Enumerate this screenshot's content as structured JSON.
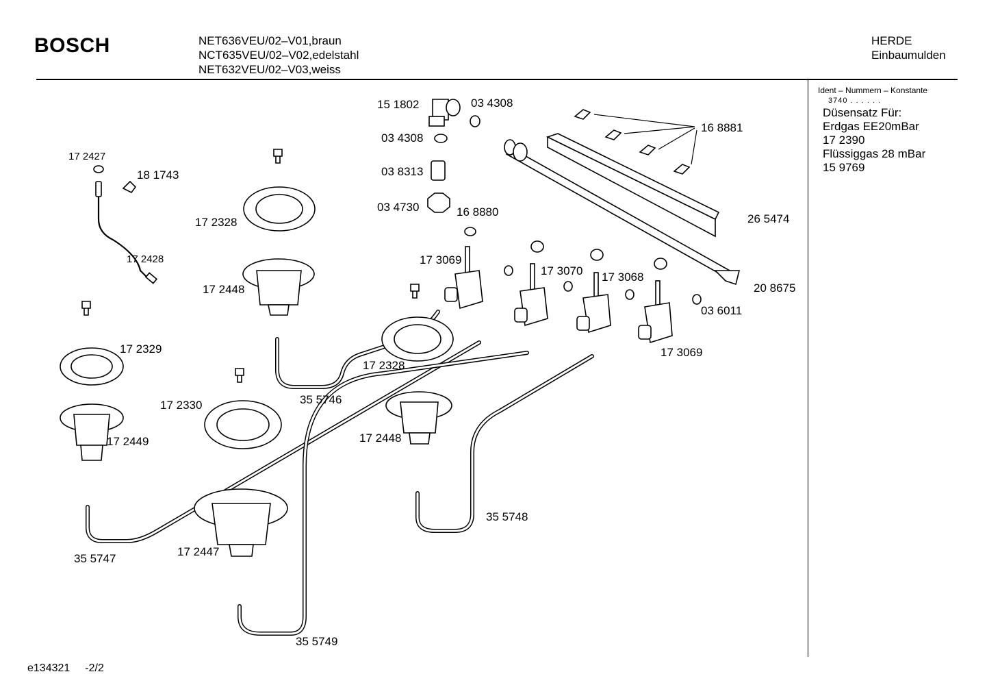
{
  "header": {
    "brand": "BOSCH",
    "models": [
      "NET636VEU/02–V01,braun",
      "NCT635VEU/02–V02,edelstahl",
      "NET632VEU/02–V03,weiss"
    ],
    "category": [
      "HERDE",
      "Einbaumulden"
    ]
  },
  "sidebar": {
    "heading": "Ident – Nummern – Konstante",
    "code": "3740 . . . . . .",
    "lines": [
      "Düsensatz Für:",
      "Erdgas EE20mBar",
      "17 2390",
      "Flüssiggas 28 mBar",
      "15 9769"
    ]
  },
  "parts": [
    "15 1802",
    "03 4308",
    "03 4308",
    "03 8313",
    "03 4730",
    "16 8880",
    "16 8881",
    "26 5474",
    "20 8675",
    "17 2427",
    "18 1743",
    "17 2328",
    "17 2428",
    "17 2448",
    "17 3069",
    "17 3070",
    "17 3068",
    "03 6011",
    "17 3069",
    "17 2329",
    "17 2328",
    "35 5746",
    "17 2330",
    "17 2449",
    "17 2448",
    "35 5748",
    "35 5747",
    "17 2447",
    "35 5749"
  ],
  "footer": {
    "doc_id": "e134321",
    "page": "-2/2"
  }
}
